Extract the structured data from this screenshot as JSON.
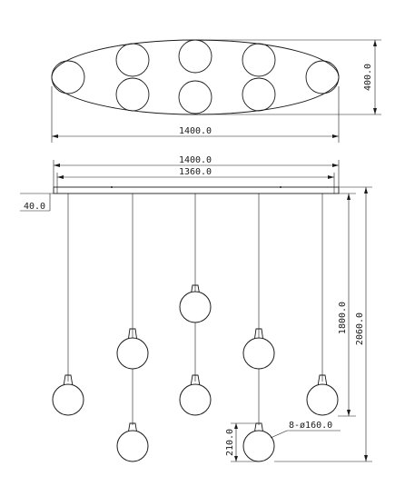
{
  "top_view": {
    "width_label": "1400.0",
    "depth_label": "400.0"
  },
  "front_view": {
    "canopy_width_label": "1400.0",
    "mount_width_label": "1360.0",
    "canopy_height_label": "40.0",
    "cable_length_label": "1800.0",
    "total_height_label": "2060.0",
    "globe_height_label": "210.0",
    "globe_spec_label": "8-ø160.0"
  }
}
